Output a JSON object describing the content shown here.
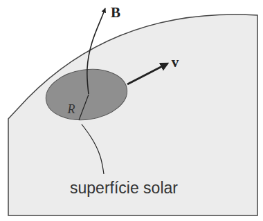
{
  "diagram": {
    "nodes": [
      {
        "text": [
          "superfície solar"
        ]
      },
      {
        "text": [
          "R"
        ],
        "in": 0
      }
    ],
    "labels": [
      "B",
      "v"
    ]
  }
}
